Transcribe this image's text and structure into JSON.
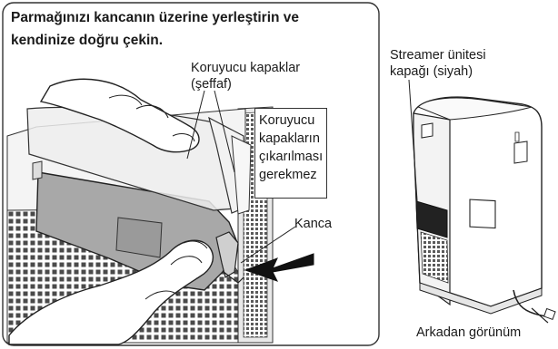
{
  "instruction": {
    "line1": "Parmağınızı kancanın üzerine yerleştirin ve",
    "line2": "kendinize doğru çekin."
  },
  "labels": {
    "protective_covers_line1": "Koruyucu kapaklar",
    "protective_covers_line2": "(şeffaf)",
    "note_line1": "Koruyucu",
    "note_line2": "kapakların",
    "note_line3": "çıkarılması",
    "note_line4": "gerekmez",
    "hook": "Kanca",
    "streamer_line1": "Streamer ünitesi",
    "streamer_line2": "kapağı (siyah)",
    "rear_view": "Arkadan görünüm"
  }
}
